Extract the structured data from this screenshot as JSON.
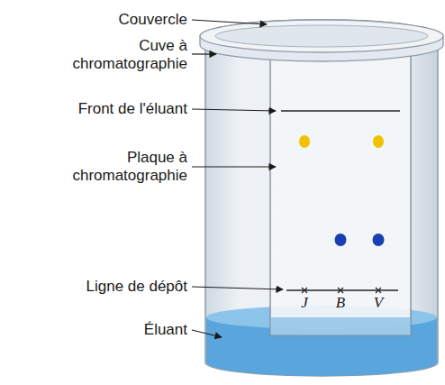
{
  "diagram": {
    "labels": [
      "Couvercle",
      "Cuve à chromatographie",
      "Front de l'éluant",
      "Plaque à chromatographie",
      "Ligne de dépôt",
      "Éluant",
      "J",
      "B",
      "V"
    ]
  }
}
